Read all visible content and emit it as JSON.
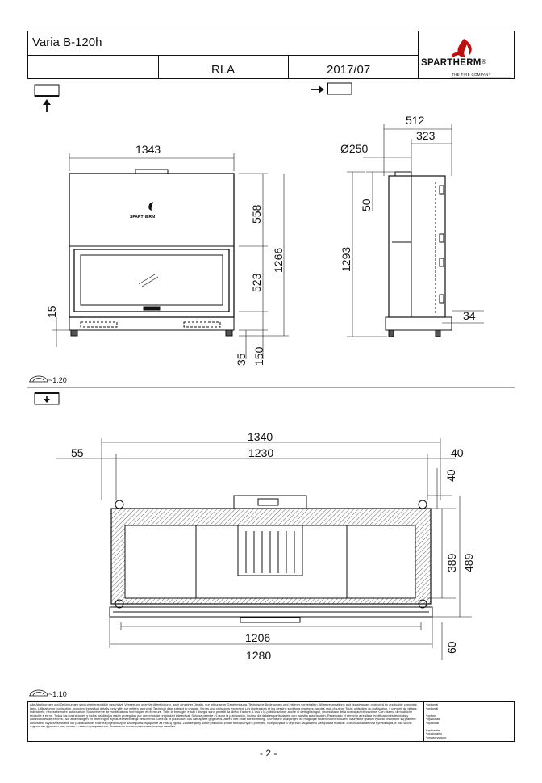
{
  "header": {
    "title": "Varia B-120h",
    "model": "RLA",
    "date": "2017/07",
    "logo_text": "SPARTHERM",
    "logo_registered": "®",
    "logo_tagline": "THE FIRE COMPANY"
  },
  "front_view": {
    "width": "1343",
    "upper_height": "558",
    "glass_height": "523",
    "total_height": "1266",
    "foot_height": "150",
    "base_gap": "35",
    "left_offset": "15",
    "emblem_text": "SPARTHERM"
  },
  "side_view": {
    "depth": "512",
    "flue_offset": "323",
    "flue_diameter": "Ø250",
    "flue_rear": "50",
    "total_height": "1293",
    "front_depth": "34"
  },
  "top_view": {
    "outer_width": "1340",
    "left_offset": "55",
    "inner_width": "1230",
    "right_offset": "40",
    "flue_top": "40",
    "inner_depth": "389",
    "outer_depth": "489",
    "door_width": "1206",
    "base_width": "1280",
    "front_offset": "60"
  },
  "scales": {
    "front": "~1:20",
    "top": "~1:10"
  },
  "disclaimer": {
    "text": "Alle Abbildungen und Zeichnungen sind urheberrechtlich geschützt. Verwertung oder Veröffentlichung, auch einzelner Details, nur mit unserer Genehmigung. Technische Änderungen und Irrtümer vorbehalten. All representations and drawings are protected by applicable copyright laws. Utilisation or publication, including individual details, only with our written approval. Technical data subject to change. Errors and omissions excepted. Les illustrations et les dessins sont tous protégés par des droit d'auteur. Toute utilisation ou publication, y compris de détails individuels, nécessite notre autorisation. Sous réserve de modifications techniques et d'erreurs. Tutte le immagini e tutti i disegni sono protetti da diritto d'autore. L'uso o la pubblicazione, anche di dettagli singoli, necessitano della nostra autorizzazione. Con riserva di modifiche tecniche e errori. Todas las ilustraciones y todos los dibujos están protegidos por derechos de propiedad intelectual. Solo se permite el uso o la publicación, incluso de detalles particulares, con nuestra autorización. Reservado el derecho a realizar modificaciones técnicas y correcciones de errores. Alle afbeeldingen en tekeningen zijn auteursrechtelijk beschermd. Gebruik of publicatie, ook van aparte gegevens, alleen met onze toestemming. Technische wijzigingen en mogelijke fouten voorbehouden. Wszystkie grafiki i rysunki chronione są prawem autorskim. Wykorzystywanie lub publikowanie, również pojedynczych szczegółów, wyłącznie za naszą zgodą. Zastrzegamy sobie prawo do zmian technicznych i pomyłek. Все рисунки и чертежи защищены авторским правом. Использование или публикация, в том числе отдельных фрагментов, только с нашего разрешения. Возможны технические изменения и ошибки.",
    "options": "*optional\n*optional\n\n*option\n*opzionale\n*opcional\n\n*optionele\n*opcjonalny\n*опционально"
  },
  "page_number": "- 2 -"
}
